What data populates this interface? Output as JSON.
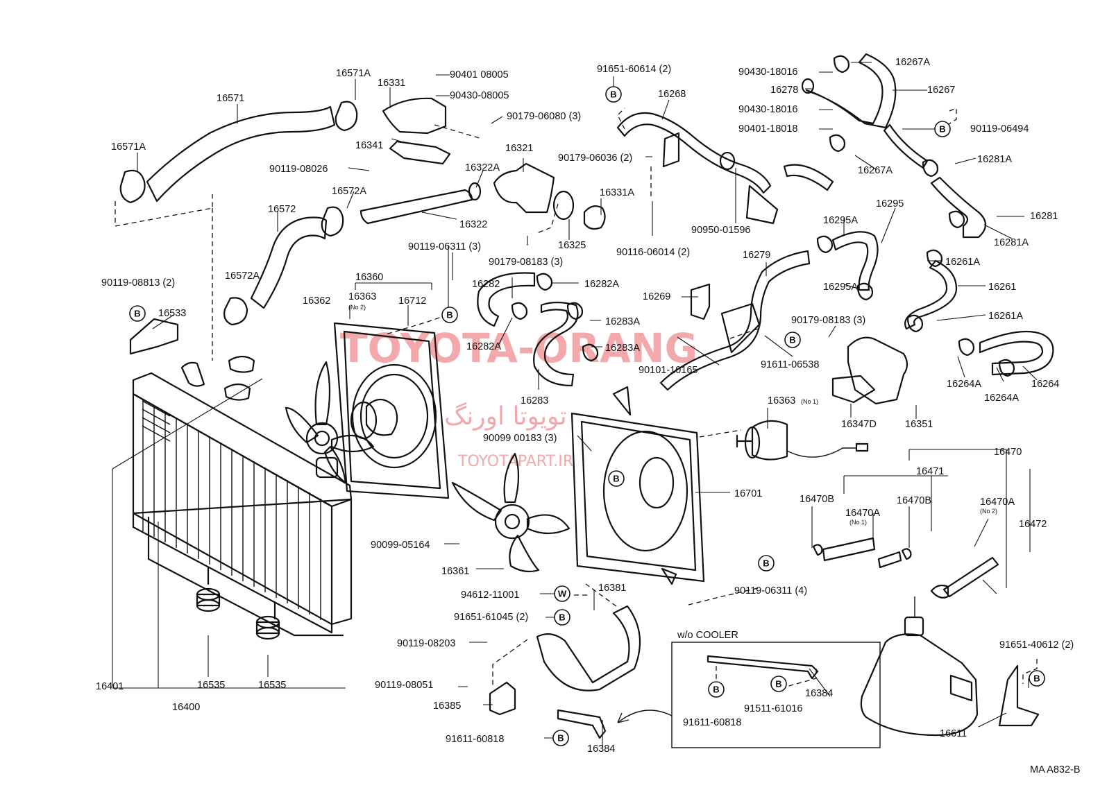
{
  "watermark": {
    "main": "TOYOTA-ORANG",
    "persian": "تویوتا اورنگ",
    "site": "TOYOTAPART.IR",
    "color": "#f3a9ac"
  },
  "inset_title": "w/o COOLER",
  "drawing_number": "MA A832-B",
  "bolt_mark": "B",
  "washer_mark": "W",
  "labels": [
    {
      "id": "16571",
      "text": "16571"
    },
    {
      "id": "16571A_top",
      "text": "16571A"
    },
    {
      "id": "16571A_left",
      "text": "16571A"
    },
    {
      "id": "16331",
      "text": "16331"
    },
    {
      "id": "90401_08005",
      "text": "90401 08005"
    },
    {
      "id": "90430_08005",
      "text": "90430-08005"
    },
    {
      "id": "90179_06080",
      "text": "90179-06080 (3)"
    },
    {
      "id": "16341",
      "text": "16341"
    },
    {
      "id": "90119_08026",
      "text": "90119-08026"
    },
    {
      "id": "16572A_top",
      "text": "16572A"
    },
    {
      "id": "16572",
      "text": "16572"
    },
    {
      "id": "16572A_left",
      "text": "16572A"
    },
    {
      "id": "16322",
      "text": "16322"
    },
    {
      "id": "16322A",
      "text": "16322A"
    },
    {
      "id": "16321",
      "text": "16321"
    },
    {
      "id": "16325",
      "text": "16325"
    },
    {
      "id": "90179_08183_a",
      "text": "90179-08183 (3)"
    },
    {
      "id": "90119_06311_3",
      "text": "90119-06311 (3)"
    },
    {
      "id": "91651_60614",
      "text": "91651-60614 (2)"
    },
    {
      "id": "16268",
      "text": "16268"
    },
    {
      "id": "90179_06036",
      "text": "90179-06036 (2)"
    },
    {
      "id": "16331A",
      "text": "16331A"
    },
    {
      "id": "90116_06014",
      "text": "90116-06014 (2)"
    },
    {
      "id": "90950_01596",
      "text": "90950-01596"
    },
    {
      "id": "90430_18016_a",
      "text": "90430-18016"
    },
    {
      "id": "16278",
      "text": "16278"
    },
    {
      "id": "90430_18016_b",
      "text": "90430-18016"
    },
    {
      "id": "90401_18018",
      "text": "90401-18018"
    },
    {
      "id": "16267A_top",
      "text": "16267A"
    },
    {
      "id": "16267",
      "text": "16267"
    },
    {
      "id": "90119_06494",
      "text": "90119-06494"
    },
    {
      "id": "16267A_mid",
      "text": "16267A"
    },
    {
      "id": "16281A_top",
      "text": "16281A"
    },
    {
      "id": "16281",
      "text": "16281"
    },
    {
      "id": "16281A_bot",
      "text": "16281A"
    },
    {
      "id": "16295",
      "text": "16295"
    },
    {
      "id": "16295A_top",
      "text": "16295A"
    },
    {
      "id": "16295A_bot",
      "text": "16295A"
    },
    {
      "id": "16279",
      "text": "16279"
    },
    {
      "id": "16269",
      "text": "16269"
    },
    {
      "id": "90179_08183_b",
      "text": "90179-08183 (3)"
    },
    {
      "id": "91611_06538",
      "text": "91611-06538"
    },
    {
      "id": "90101_10165",
      "text": "90101-10165"
    },
    {
      "id": "16261A_top",
      "text": "16261A"
    },
    {
      "id": "16261",
      "text": "16261"
    },
    {
      "id": "16261A_bot",
      "text": "16261A"
    },
    {
      "id": "16264A_a",
      "text": "16264A"
    },
    {
      "id": "16264A_b",
      "text": "16264A"
    },
    {
      "id": "16264",
      "text": "16264"
    },
    {
      "id": "16347D",
      "text": "16347D"
    },
    {
      "id": "16351",
      "text": "16351"
    },
    {
      "id": "16282",
      "text": "16282"
    },
    {
      "id": "16282A_top",
      "text": "16282A"
    },
    {
      "id": "16282A_bot",
      "text": "16282A"
    },
    {
      "id": "16283A_top",
      "text": "16283A"
    },
    {
      "id": "16283A_bot",
      "text": "16283A"
    },
    {
      "id": "16283",
      "text": "16283"
    },
    {
      "id": "90119_08813",
      "text": "90119-08813 (2)"
    },
    {
      "id": "16533",
      "text": "16533"
    },
    {
      "id": "16360",
      "text": "16360"
    },
    {
      "id": "16362",
      "text": "16362"
    },
    {
      "id": "16363_no2",
      "text": "16363"
    },
    {
      "id": "16712",
      "text": "16712"
    },
    {
      "id": "16363_no1",
      "text": "16363"
    },
    {
      "id": "90099_00183",
      "text": "90099 00183 (3)"
    },
    {
      "id": "16701",
      "text": "16701"
    },
    {
      "id": "90099_05164",
      "text": "90099-05164"
    },
    {
      "id": "16361",
      "text": "16361"
    },
    {
      "id": "90119_06311_4",
      "text": "90119-06311 (4)"
    },
    {
      "id": "94612_11001",
      "text": "94612-11001"
    },
    {
      "id": "91651_61045",
      "text": "91651-61045 (2)"
    },
    {
      "id": "16381",
      "text": "16381"
    },
    {
      "id": "90119_08203",
      "text": "90119-08203"
    },
    {
      "id": "90119_08051",
      "text": "90119-08051"
    },
    {
      "id": "16385",
      "text": "16385"
    },
    {
      "id": "91611_60818_a",
      "text": "91611-60818"
    },
    {
      "id": "16384_a",
      "text": "16384"
    },
    {
      "id": "16384_b",
      "text": "16384"
    },
    {
      "id": "91611_60818_b",
      "text": "91611-60818"
    },
    {
      "id": "91511_61016",
      "text": "91511-61016"
    },
    {
      "id": "16470",
      "text": "16470"
    },
    {
      "id": "16471",
      "text": "16471"
    },
    {
      "id": "16470B_a",
      "text": "16470B"
    },
    {
      "id": "16470B_b",
      "text": "16470B"
    },
    {
      "id": "16470A_no1",
      "text": "16470A"
    },
    {
      "id": "16470A_no2",
      "text": "16470A"
    },
    {
      "id": "16472",
      "text": "16472"
    },
    {
      "id": "91651_40612",
      "text": "91651-40612 (2)"
    },
    {
      "id": "16611",
      "text": "16611"
    },
    {
      "id": "16401",
      "text": "16401"
    },
    {
      "id": "16535_a",
      "text": "16535"
    },
    {
      "id": "16535_b",
      "text": "16535"
    },
    {
      "id": "16400",
      "text": "16400"
    }
  ],
  "sub_labels": [
    {
      "id": "no2_fan",
      "text": "(No 2)"
    },
    {
      "id": "no1_motor",
      "text": "(No 1)"
    },
    {
      "id": "no1_hose",
      "text": "(No 1)"
    },
    {
      "id": "no2_hose",
      "text": "(No 2)"
    }
  ]
}
